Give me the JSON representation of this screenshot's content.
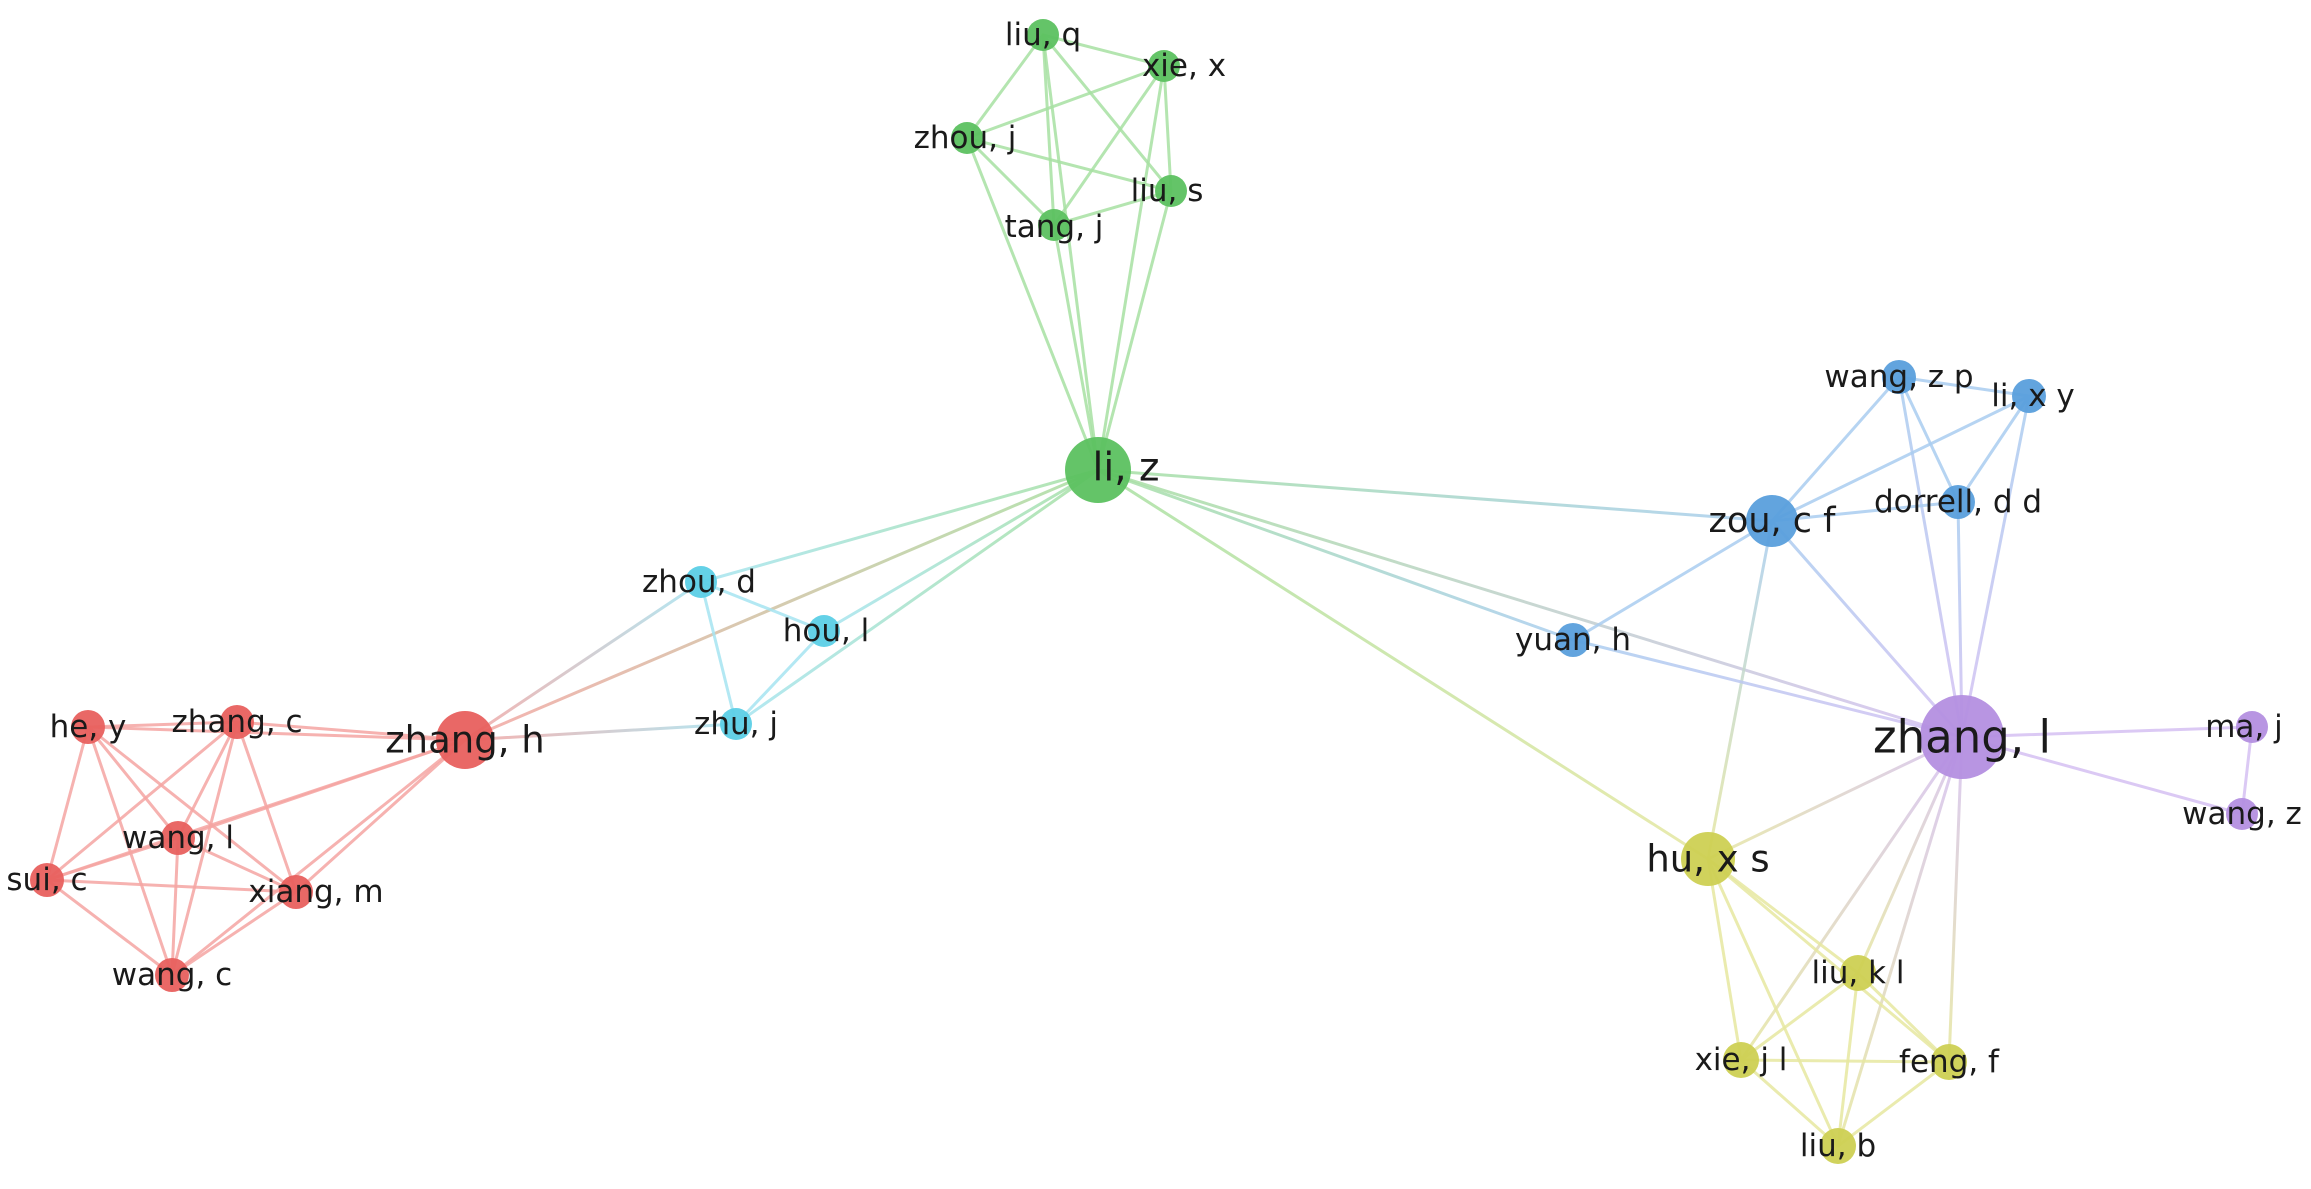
{
  "network": {
    "clusters": [
      {
        "id": "red",
        "color": "#e8605e",
        "edge_color": "#f4a5a2"
      },
      {
        "id": "green",
        "color": "#5cc160",
        "edge_color": "#a7e0a2"
      },
      {
        "id": "blue",
        "color": "#5a9fdc",
        "edge_color": "#a9cdf0"
      },
      {
        "id": "yellow",
        "color": "#cdd053",
        "edge_color": "#e6e7a0"
      },
      {
        "id": "purple",
        "color": "#b48fe0",
        "edge_color": "#d5c0f2"
      },
      {
        "id": "cyan",
        "color": "#5ccfe6",
        "edge_color": "#a6e4f1"
      }
    ],
    "nodes": [
      {
        "id": "liq",
        "label": "liu, q",
        "cluster": "green"
      },
      {
        "id": "xiex",
        "label": "xie, x",
        "cluster": "green"
      },
      {
        "id": "zhouj",
        "label": "zhou, j",
        "cluster": "green"
      },
      {
        "id": "lius",
        "label": "liu, s",
        "cluster": "green"
      },
      {
        "id": "tangj",
        "label": "tang, j",
        "cluster": "green"
      },
      {
        "id": "liz",
        "label": "li, z",
        "cluster": "green"
      },
      {
        "id": "wangzp",
        "label": "wang, z p",
        "cluster": "blue"
      },
      {
        "id": "lixy",
        "label": "li, x y",
        "cluster": "blue"
      },
      {
        "id": "dorrell",
        "label": "dorrell, d d",
        "cluster": "blue"
      },
      {
        "id": "zoucf",
        "label": "zou, c f",
        "cluster": "blue"
      },
      {
        "id": "yuanh",
        "label": "yuan, h",
        "cluster": "blue"
      },
      {
        "id": "zhoud",
        "label": "zhou, d",
        "cluster": "cyan"
      },
      {
        "id": "houl",
        "label": "hou, l",
        "cluster": "cyan"
      },
      {
        "id": "zhuj",
        "label": "zhu, j",
        "cluster": "cyan"
      },
      {
        "id": "zhangh",
        "label": "zhang, h",
        "cluster": "red"
      },
      {
        "id": "hey",
        "label": "he, y",
        "cluster": "red"
      },
      {
        "id": "zhangc",
        "label": "zhang, c",
        "cluster": "red"
      },
      {
        "id": "wangl",
        "label": "wang, l",
        "cluster": "red"
      },
      {
        "id": "suic",
        "label": "sui, c",
        "cluster": "red"
      },
      {
        "id": "xiangm",
        "label": "xiang, m",
        "cluster": "red"
      },
      {
        "id": "wangc",
        "label": "wang, c",
        "cluster": "red"
      },
      {
        "id": "zhangl",
        "label": "zhang, l",
        "cluster": "purple"
      },
      {
        "id": "maj",
        "label": "ma, j",
        "cluster": "purple"
      },
      {
        "id": "wangz",
        "label": "wang, z",
        "cluster": "purple"
      },
      {
        "id": "huxs",
        "label": "hu, x s",
        "cluster": "yellow"
      },
      {
        "id": "liukl",
        "label": "liu, k l",
        "cluster": "yellow"
      },
      {
        "id": "xiejl",
        "label": "xie, j l",
        "cluster": "yellow"
      },
      {
        "id": "fengf",
        "label": "feng, f",
        "cluster": "yellow"
      },
      {
        "id": "liub",
        "label": "liu, b",
        "cluster": "yellow"
      }
    ],
    "edges": [
      [
        "liq",
        "xiex"
      ],
      [
        "liq",
        "zhouj"
      ],
      [
        "liq",
        "lius"
      ],
      [
        "liq",
        "tangj"
      ],
      [
        "liq",
        "liz"
      ],
      [
        "xiex",
        "zhouj"
      ],
      [
        "xiex",
        "lius"
      ],
      [
        "xiex",
        "tangj"
      ],
      [
        "xiex",
        "liz"
      ],
      [
        "zhouj",
        "lius"
      ],
      [
        "zhouj",
        "tangj"
      ],
      [
        "zhouj",
        "liz"
      ],
      [
        "lius",
        "tangj"
      ],
      [
        "lius",
        "liz"
      ],
      [
        "tangj",
        "liz"
      ],
      [
        "liz",
        "zhoud"
      ],
      [
        "liz",
        "houl"
      ],
      [
        "liz",
        "zhuj"
      ],
      [
        "liz",
        "zhangh"
      ],
      [
        "liz",
        "zoucf"
      ],
      [
        "liz",
        "yuanh"
      ],
      [
        "liz",
        "zhangl"
      ],
      [
        "liz",
        "huxs"
      ],
      [
        "zhoud",
        "houl"
      ],
      [
        "zhoud",
        "zhuj"
      ],
      [
        "houl",
        "zhuj"
      ],
      [
        "zhangh",
        "zhoud"
      ],
      [
        "zhangh",
        "zhuj"
      ],
      [
        "zhangh",
        "hey"
      ],
      [
        "zhangh",
        "zhangc"
      ],
      [
        "zhangh",
        "wangl"
      ],
      [
        "zhangh",
        "suic"
      ],
      [
        "zhangh",
        "xiangm"
      ],
      [
        "zhangh",
        "wangc"
      ],
      [
        "hey",
        "zhangc"
      ],
      [
        "hey",
        "wangl"
      ],
      [
        "hey",
        "suic"
      ],
      [
        "hey",
        "xiangm"
      ],
      [
        "hey",
        "wangc"
      ],
      [
        "zhangc",
        "wangl"
      ],
      [
        "zhangc",
        "suic"
      ],
      [
        "zhangc",
        "xiangm"
      ],
      [
        "zhangc",
        "wangc"
      ],
      [
        "wangl",
        "suic"
      ],
      [
        "wangl",
        "xiangm"
      ],
      [
        "wangl",
        "wangc"
      ],
      [
        "suic",
        "xiangm"
      ],
      [
        "suic",
        "wangc"
      ],
      [
        "xiangm",
        "wangc"
      ],
      [
        "wangzp",
        "lixy"
      ],
      [
        "wangzp",
        "zoucf"
      ],
      [
        "wangzp",
        "dorrell"
      ],
      [
        "wangzp",
        "zhangl"
      ],
      [
        "lixy",
        "zoucf"
      ],
      [
        "lixy",
        "dorrell"
      ],
      [
        "lixy",
        "zhangl"
      ],
      [
        "dorrell",
        "zoucf"
      ],
      [
        "dorrell",
        "zhangl"
      ],
      [
        "zoucf",
        "zhangl"
      ],
      [
        "zoucf",
        "yuanh"
      ],
      [
        "zoucf",
        "huxs"
      ],
      [
        "yuanh",
        "zhangl"
      ],
      [
        "zhangl",
        "maj"
      ],
      [
        "zhangl",
        "wangz"
      ],
      [
        "maj",
        "wangz"
      ],
      [
        "zhangl",
        "huxs"
      ],
      [
        "zhangl",
        "liukl"
      ],
      [
        "zhangl",
        "xiejl"
      ],
      [
        "zhangl",
        "fengf"
      ],
      [
        "zhangl",
        "liub"
      ],
      [
        "huxs",
        "liukl"
      ],
      [
        "huxs",
        "xiejl"
      ],
      [
        "huxs",
        "fengf"
      ],
      [
        "huxs",
        "liub"
      ],
      [
        "liukl",
        "xiejl"
      ],
      [
        "liukl",
        "fengf"
      ],
      [
        "liukl",
        "liub"
      ],
      [
        "xiejl",
        "fengf"
      ],
      [
        "xiejl",
        "liub"
      ],
      [
        "fengf",
        "liub"
      ]
    ]
  }
}
